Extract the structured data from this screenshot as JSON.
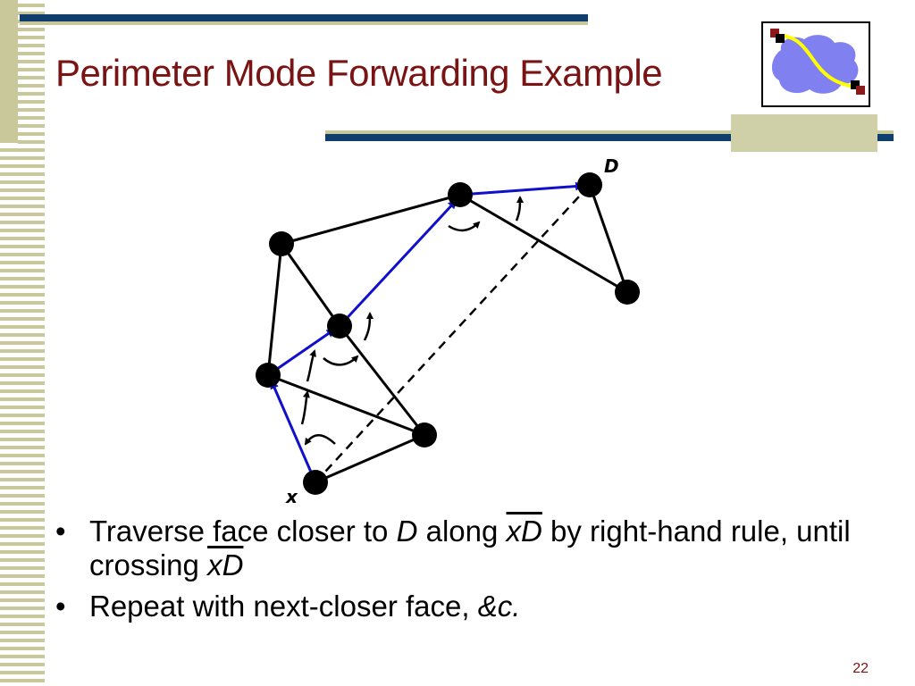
{
  "slide": {
    "title": "Perimeter Mode Forwarding Example",
    "page_number": "22"
  },
  "diagram": {
    "label_destination": "D",
    "label_source": "x"
  },
  "bullets": [
    {
      "text_1": "Traverse face closer to ",
      "text_2": "D",
      "text_3": " along ",
      "text_4": "xD",
      "text_5": " by right-hand rule, until crossing ",
      "text_6": "xD"
    },
    {
      "text_1": "Repeat with next-closer face, ",
      "text_2": "&c."
    }
  ],
  "colors": {
    "title": "#7a1414",
    "accent_bar": "#0f3d6e",
    "path": "#1010cc",
    "stripe": "#c8c89a"
  }
}
